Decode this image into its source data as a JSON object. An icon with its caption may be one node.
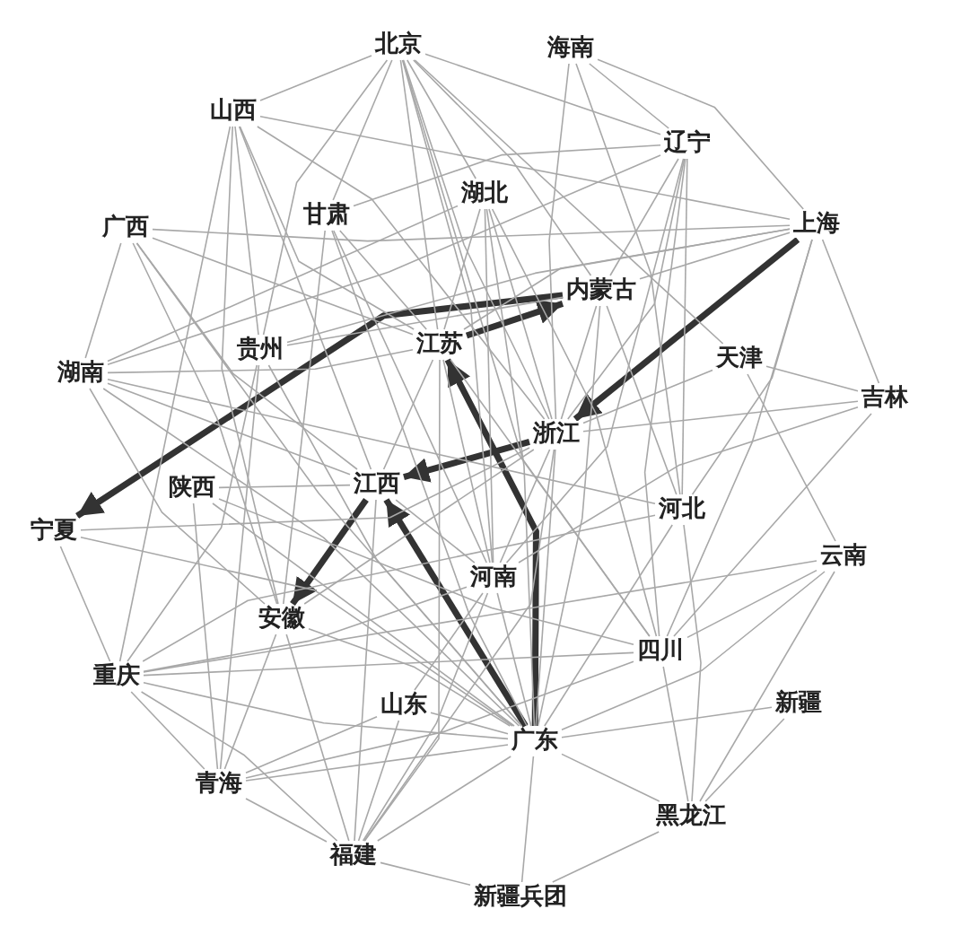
{
  "diagram": {
    "nodes": [
      {
        "text": [
          "北京"
        ]
      },
      {
        "text": [
          "海南"
        ]
      },
      {
        "text": [
          "山西"
        ]
      },
      {
        "text": [
          "辽宁"
        ]
      },
      {
        "text": [
          "上海"
        ]
      },
      {
        "text": [
          "广西"
        ]
      },
      {
        "text": [
          "甘肃"
        ]
      },
      {
        "text": [
          "湖北"
        ]
      },
      {
        "text": [
          "内蒙古"
        ]
      },
      {
        "text": [
          "贵州"
        ]
      },
      {
        "text": [
          "江苏"
        ]
      },
      {
        "text": [
          "天津"
        ]
      },
      {
        "text": [
          "湖南"
        ]
      },
      {
        "text": [
          "吉林"
        ]
      },
      {
        "text": [
          "浙江"
        ]
      },
      {
        "text": [
          "陕西"
        ]
      },
      {
        "text": [
          "江西"
        ]
      },
      {
        "text": [
          "宁夏"
        ]
      },
      {
        "text": [
          "河北"
        ]
      },
      {
        "text": [
          "河南"
        ]
      },
      {
        "text": [
          "云南"
        ]
      },
      {
        "text": [
          "安徽"
        ]
      },
      {
        "text": [
          "四川"
        ]
      },
      {
        "text": [
          "重庆"
        ]
      },
      {
        "text": [
          "山东"
        ]
      },
      {
        "text": [
          "新疆"
        ]
      },
      {
        "text": [
          "广东"
        ]
      },
      {
        "text": [
          "青海"
        ]
      },
      {
        "text": [
          "福建"
        ]
      },
      {
        "text": [
          "黑龙江"
        ]
      },
      {
        "text": [
          "新疆兵团"
        ]
      }
    ],
    "edges": [
      {
        "from": 26,
        "to": 10,
        "arrow": "to",
        "style": "thick",
        "color": "#333333"
      },
      {
        "from": 10,
        "to": 8,
        "arrow": "to",
        "style": "thick",
        "color": "#333333"
      },
      {
        "from": 8,
        "to": 17,
        "arrow": "to",
        "style": "thick",
        "color": "#333333"
      },
      {
        "from": 14,
        "to": 16,
        "arrow": "to",
        "style": "thick",
        "color": "#333333"
      },
      {
        "from": 16,
        "to": 21,
        "arrow": "to",
        "style": "thick",
        "color": "#333333"
      },
      {
        "from": 4,
        "to": 14,
        "arrow": "to",
        "style": "thick",
        "color": "#333333"
      },
      {
        "from": 26,
        "to": 16,
        "arrow": "to",
        "style": "thick",
        "color": "#333333"
      },
      {
        "from": 0,
        "to": 7,
        "arrow": "none"
      },
      {
        "from": 0,
        "to": 8,
        "arrow": "none"
      },
      {
        "from": 0,
        "to": 10,
        "arrow": "none"
      },
      {
        "from": 0,
        "to": 14,
        "arrow": "none"
      },
      {
        "from": 0,
        "to": 19,
        "arrow": "none"
      },
      {
        "from": 0,
        "to": 9,
        "arrow": "none"
      },
      {
        "from": 0,
        "to": 6,
        "arrow": "none"
      },
      {
        "from": 0,
        "to": 2,
        "arrow": "none"
      },
      {
        "from": 0,
        "to": 3,
        "arrow": "none"
      },
      {
        "from": 0,
        "to": 11,
        "arrow": "none"
      },
      {
        "from": 0,
        "to": 22,
        "arrow": "none"
      },
      {
        "from": 1,
        "to": 3,
        "arrow": "none"
      },
      {
        "from": 1,
        "to": 18,
        "arrow": "none"
      },
      {
        "from": 1,
        "to": 14,
        "arrow": "none"
      },
      {
        "from": 1,
        "to": 4,
        "arrow": "none"
      },
      {
        "from": 2,
        "to": 9,
        "arrow": "none"
      },
      {
        "from": 2,
        "to": 10,
        "arrow": "none"
      },
      {
        "from": 2,
        "to": 16,
        "arrow": "none"
      },
      {
        "from": 2,
        "to": 21,
        "arrow": "none"
      },
      {
        "from": 2,
        "to": 4,
        "arrow": "none"
      },
      {
        "from": 2,
        "to": 14,
        "arrow": "none"
      },
      {
        "from": 2,
        "to": 23,
        "arrow": "none"
      },
      {
        "from": 3,
        "to": 8,
        "arrow": "none"
      },
      {
        "from": 3,
        "to": 14,
        "arrow": "none"
      },
      {
        "from": 3,
        "to": 19,
        "arrow": "none"
      },
      {
        "from": 3,
        "to": 22,
        "arrow": "none"
      },
      {
        "from": 3,
        "to": 18,
        "arrow": "none"
      },
      {
        "from": 3,
        "to": 12,
        "arrow": "none"
      },
      {
        "from": 3,
        "to": 6,
        "arrow": "none"
      },
      {
        "from": 4,
        "to": 8,
        "arrow": "none"
      },
      {
        "from": 4,
        "to": 5,
        "arrow": "none"
      },
      {
        "from": 4,
        "to": 10,
        "arrow": "none"
      },
      {
        "from": 4,
        "to": 9,
        "arrow": "none"
      },
      {
        "from": 4,
        "to": 13,
        "arrow": "none"
      },
      {
        "from": 4,
        "to": 18,
        "arrow": "none"
      },
      {
        "from": 4,
        "to": 22,
        "arrow": "none"
      },
      {
        "from": 5,
        "to": 10,
        "arrow": "none"
      },
      {
        "from": 5,
        "to": 16,
        "arrow": "none"
      },
      {
        "from": 5,
        "to": 21,
        "arrow": "none"
      },
      {
        "from": 5,
        "to": 12,
        "arrow": "none"
      },
      {
        "from": 5,
        "to": 26,
        "arrow": "none"
      },
      {
        "from": 6,
        "to": 10,
        "arrow": "none"
      },
      {
        "from": 6,
        "to": 19,
        "arrow": "none"
      },
      {
        "from": 6,
        "to": 21,
        "arrow": "none"
      },
      {
        "from": 6,
        "to": 26,
        "arrow": "none"
      },
      {
        "from": 7,
        "to": 10,
        "arrow": "none"
      },
      {
        "from": 7,
        "to": 14,
        "arrow": "none"
      },
      {
        "from": 7,
        "to": 22,
        "arrow": "none"
      },
      {
        "from": 7,
        "to": 26,
        "arrow": "none"
      },
      {
        "from": 7,
        "to": 19,
        "arrow": "none"
      },
      {
        "from": 7,
        "to": 12,
        "arrow": "none"
      },
      {
        "from": 8,
        "to": 14,
        "arrow": "none"
      },
      {
        "from": 8,
        "to": 18,
        "arrow": "none"
      },
      {
        "from": 8,
        "to": 26,
        "arrow": "none"
      },
      {
        "from": 8,
        "to": 9,
        "arrow": "none"
      },
      {
        "from": 9,
        "to": 26,
        "arrow": "none"
      },
      {
        "from": 9,
        "to": 23,
        "arrow": "none"
      },
      {
        "from": 9,
        "to": 27,
        "arrow": "none"
      },
      {
        "from": 10,
        "to": 16,
        "arrow": "none"
      },
      {
        "from": 10,
        "to": 19,
        "arrow": "none"
      },
      {
        "from": 10,
        "to": 22,
        "arrow": "none"
      },
      {
        "from": 10,
        "to": 12,
        "arrow": "none"
      },
      {
        "from": 10,
        "to": 28,
        "arrow": "none"
      },
      {
        "from": 11,
        "to": 14,
        "arrow": "none"
      },
      {
        "from": 11,
        "to": 20,
        "arrow": "none"
      },
      {
        "from": 11,
        "to": 13,
        "arrow": "none"
      },
      {
        "from": 12,
        "to": 16,
        "arrow": "none"
      },
      {
        "from": 12,
        "to": 21,
        "arrow": "none"
      },
      {
        "from": 12,
        "to": 26,
        "arrow": "none"
      },
      {
        "from": 12,
        "to": 18,
        "arrow": "none"
      },
      {
        "from": 13,
        "to": 14,
        "arrow": "none"
      },
      {
        "from": 13,
        "to": 19,
        "arrow": "none"
      },
      {
        "from": 13,
        "to": 22,
        "arrow": "none"
      },
      {
        "from": 14,
        "to": 19,
        "arrow": "none"
      },
      {
        "from": 14,
        "to": 26,
        "arrow": "none"
      },
      {
        "from": 14,
        "to": 28,
        "arrow": "none"
      },
      {
        "from": 14,
        "to": 21,
        "arrow": "none"
      },
      {
        "from": 15,
        "to": 16,
        "arrow": "none"
      },
      {
        "from": 15,
        "to": 22,
        "arrow": "none"
      },
      {
        "from": 15,
        "to": 27,
        "arrow": "none"
      },
      {
        "from": 15,
        "to": 26,
        "arrow": "none"
      },
      {
        "from": 16,
        "to": 19,
        "arrow": "none"
      },
      {
        "from": 16,
        "to": 28,
        "arrow": "none"
      },
      {
        "from": 17,
        "to": 23,
        "arrow": "none"
      },
      {
        "from": 17,
        "to": 26,
        "arrow": "none"
      },
      {
        "from": 17,
        "to": 14,
        "arrow": "none"
      },
      {
        "from": 18,
        "to": 26,
        "arrow": "none"
      },
      {
        "from": 18,
        "to": 23,
        "arrow": "none"
      },
      {
        "from": 18,
        "to": 29,
        "arrow": "none"
      },
      {
        "from": 19,
        "to": 26,
        "arrow": "none"
      },
      {
        "from": 19,
        "to": 28,
        "arrow": "none"
      },
      {
        "from": 19,
        "to": 23,
        "arrow": "none"
      },
      {
        "from": 20,
        "to": 22,
        "arrow": "none"
      },
      {
        "from": 20,
        "to": 29,
        "arrow": "none"
      },
      {
        "from": 20,
        "to": 26,
        "arrow": "none"
      },
      {
        "from": 20,
        "to": 23,
        "arrow": "none"
      },
      {
        "from": 21,
        "to": 26,
        "arrow": "none"
      },
      {
        "from": 21,
        "to": 27,
        "arrow": "none"
      },
      {
        "from": 21,
        "to": 28,
        "arrow": "none"
      },
      {
        "from": 22,
        "to": 29,
        "arrow": "none"
      },
      {
        "from": 22,
        "to": 23,
        "arrow": "none"
      },
      {
        "from": 22,
        "to": 27,
        "arrow": "none"
      },
      {
        "from": 23,
        "to": 26,
        "arrow": "none"
      },
      {
        "from": 23,
        "to": 27,
        "arrow": "none"
      },
      {
        "from": 23,
        "to": 28,
        "arrow": "none"
      },
      {
        "from": 24,
        "to": 19,
        "arrow": "none"
      },
      {
        "from": 24,
        "to": 26,
        "arrow": "none"
      },
      {
        "from": 24,
        "to": 28,
        "arrow": "none"
      },
      {
        "from": 24,
        "to": 27,
        "arrow": "none"
      },
      {
        "from": 25,
        "to": 26,
        "arrow": "none"
      },
      {
        "from": 25,
        "to": 29,
        "arrow": "none"
      },
      {
        "from": 26,
        "to": 28,
        "arrow": "none"
      },
      {
        "from": 26,
        "to": 27,
        "arrow": "none"
      },
      {
        "from": 26,
        "to": 29,
        "arrow": "none"
      },
      {
        "from": 27,
        "to": 28,
        "arrow": "none"
      },
      {
        "from": 28,
        "to": 30,
        "arrow": "none"
      },
      {
        "from": 29,
        "to": 30,
        "arrow": "none"
      },
      {
        "from": 30,
        "to": 26,
        "arrow": "none"
      }
    ]
  }
}
